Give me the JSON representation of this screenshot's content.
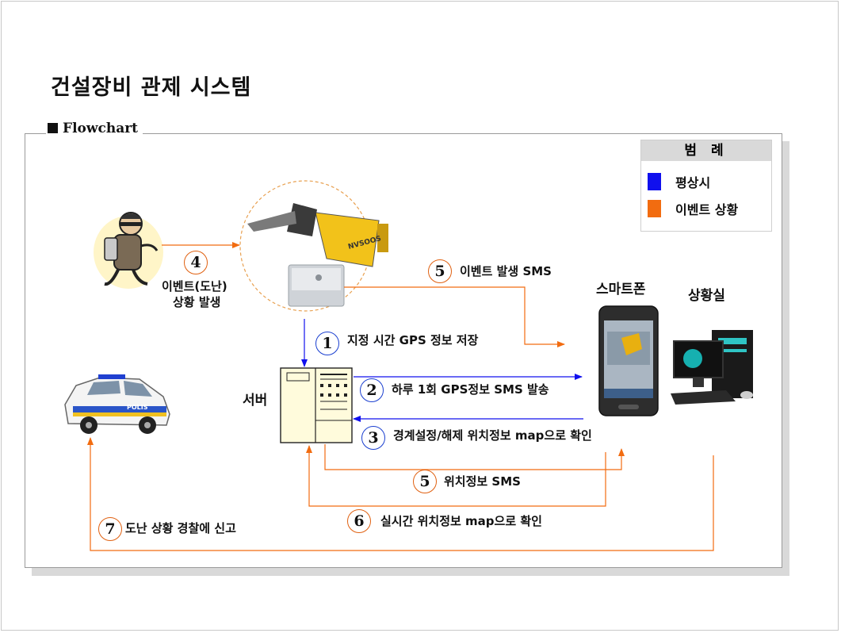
{
  "title": "건설장비 관제 시스템",
  "section": "Flowchart",
  "legend": {
    "title": "범 례",
    "items": [
      {
        "label": "평상시",
        "color": "#1010ee"
      },
      {
        "label": "이벤트 상황",
        "color": "#f26c10"
      }
    ]
  },
  "nodes": {
    "smartphone": "스마트폰",
    "control_room": "상황실",
    "server": "서버"
  },
  "steps": {
    "s1": {
      "num": "1",
      "label": "지정 시간 GPS 정보 저장"
    },
    "s2": {
      "num": "2",
      "label": "하루 1회 GPS정보 SMS 발송"
    },
    "s3": {
      "num": "3",
      "label": "경계설정/해제 위치정보 map으로 확인"
    },
    "s4": {
      "num": "4",
      "label_line1": "이벤트(도난)",
      "label_line2": "상황 발생"
    },
    "s5a": {
      "num": "5",
      "label": "이벤트 발생 SMS"
    },
    "s5b": {
      "num": "5",
      "label": "위치정보 SMS"
    },
    "s6": {
      "num": "6",
      "label": "실시간 위치정보 map으로 확인"
    },
    "s7": {
      "num": "7",
      "label": "도난 상황 경찰에 신고"
    }
  },
  "colors": {
    "normal": "#1010ee",
    "event": "#f26c10"
  }
}
